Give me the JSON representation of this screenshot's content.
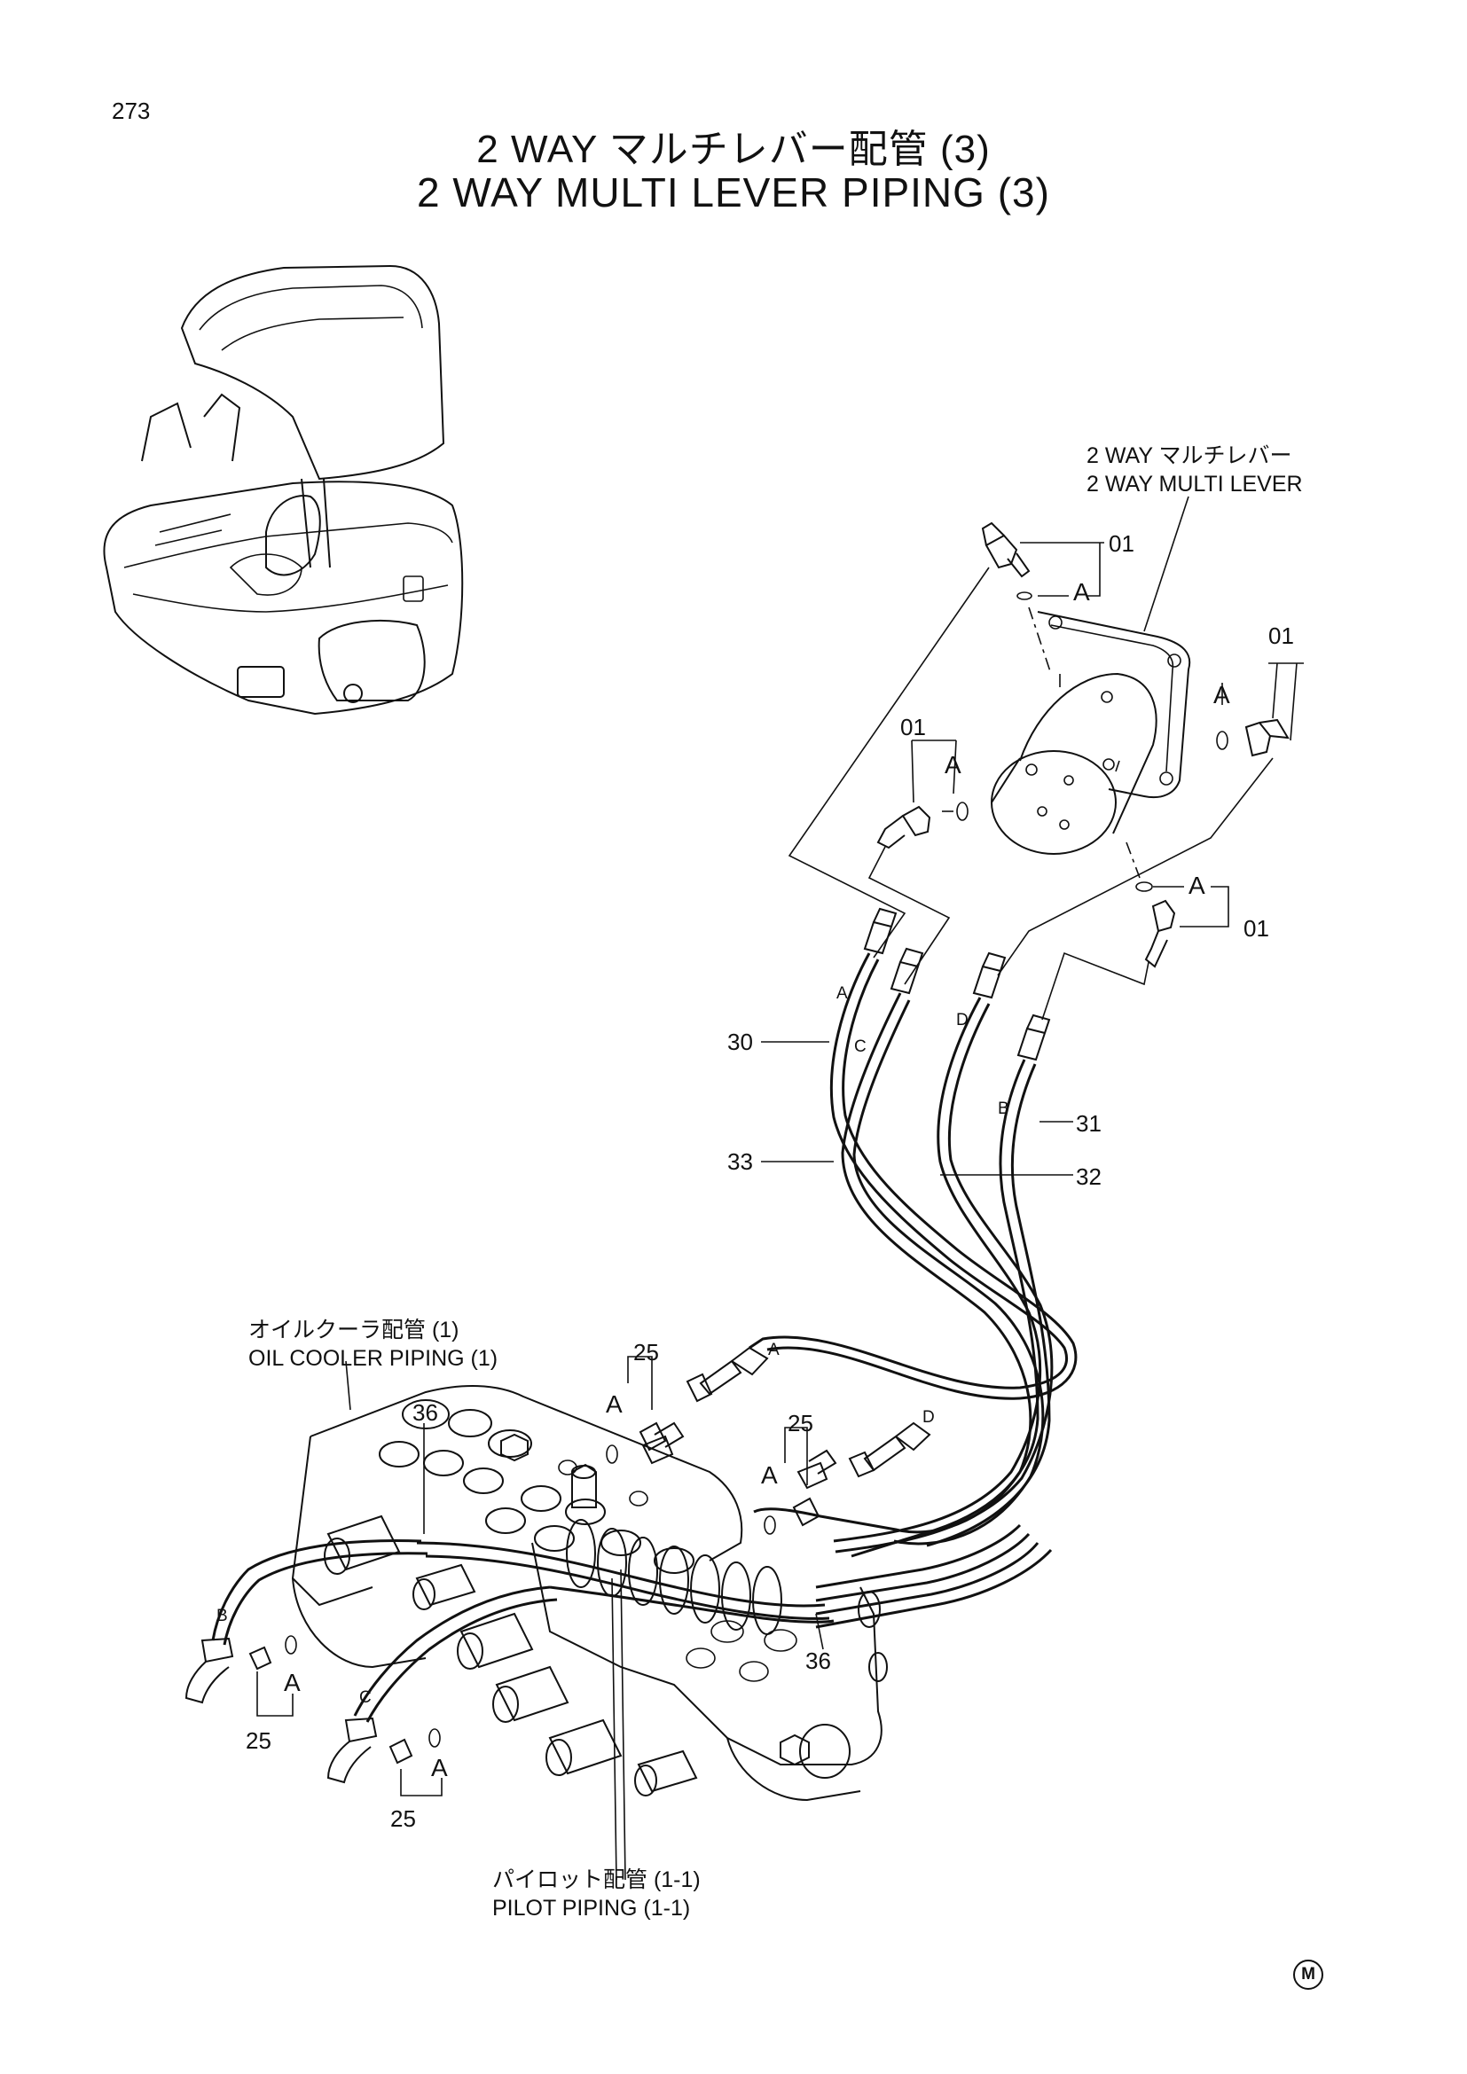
{
  "page": {
    "number": "273",
    "title_ja": "2 WAY マルチレバー配管 (3)",
    "title_en": "2 WAY MULTI LEVER PIPING (3)"
  },
  "labels": {
    "multi_lever_ja": "2 WAY マルチレバー",
    "multi_lever_en": "2 WAY MULTI LEVER",
    "oil_cooler_ja": "オイルクーラ配管 (1)",
    "oil_cooler_en": "OIL COOLER PIPING (1)",
    "pilot_ja": "パイロット配管 (1-1)",
    "pilot_en": "PILOT PIPING (1-1)"
  },
  "callouts": {
    "p01": "01",
    "p25": "25",
    "p30": "30",
    "p31": "31",
    "p32": "32",
    "p33": "33",
    "p36": "36"
  },
  "letters": {
    "a": "A",
    "b": "B",
    "c": "C",
    "d": "D"
  },
  "mark": "M"
}
